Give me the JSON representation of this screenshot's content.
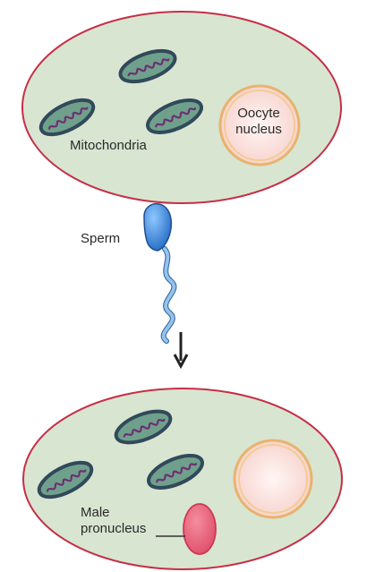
{
  "labels": {
    "oocyte_nucleus": "Oocyte\nnucleus",
    "mitochondria": "Mitochondria",
    "sperm": "Sperm",
    "male_pronucleus": "Male\npronucleus"
  },
  "colors": {
    "cytoplasm": "#d8e5d1",
    "cell_outline": "#c52f47",
    "nucleus_fill": "#f8d9d4",
    "nucleus_ring": "#e9b36d",
    "mitochondria_fill": "#6fa08b",
    "mitochondria_outline": "#31495a",
    "mitochondria_cristae": "#6d2f73",
    "sperm_head": "#2f74c8",
    "sperm_tail": "#95c3ea",
    "arrow": "#222222",
    "pronucleus": "#e45f78"
  }
}
